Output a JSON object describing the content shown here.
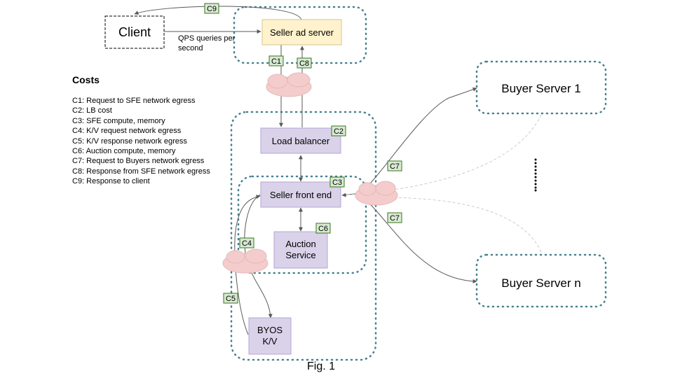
{
  "nodes": {
    "client": "Client",
    "seller_ad_server": "Seller ad server",
    "load_balancer": "Load balancer",
    "seller_front_end": "Seller front end",
    "auction_service": [
      "Auction",
      "Service"
    ],
    "byos_kv": [
      "BYOS",
      "K/V"
    ],
    "buyer_server_1": "Buyer Server 1",
    "buyer_server_n": "Buyer Server n"
  },
  "qps_note": "QPS queries per second",
  "tags": {
    "c1": "C1",
    "c2": "C2",
    "c3": "C3",
    "c4": "C4",
    "c5": "C5",
    "c6": "C6",
    "c7": "C7",
    "c8": "C8",
    "c9": "C9"
  },
  "costs": {
    "title": "Costs",
    "items": [
      "C1: Request to SFE network egress",
      "C2: LB cost",
      "C3: SFE compute, memory",
      "C4: K/V request network egress",
      "C5: K/V response network egress",
      "C6: Auction compute, memory",
      "C7: Request to Buyers network egress",
      "C8: Response from SFE network egress",
      "C9: Response to client"
    ]
  },
  "caption": "Fig. 1",
  "colors": {
    "ad_server_fill": "#fff2cc",
    "service_fill": "#d9d2e9",
    "tag_fill": "#d9ead3",
    "tag_stroke": "#38761d",
    "cloud_fill": "#f4cccc",
    "cloud_stroke": "#e6b8b8",
    "dotted_border": "#45818e",
    "arrow": "#595959"
  }
}
